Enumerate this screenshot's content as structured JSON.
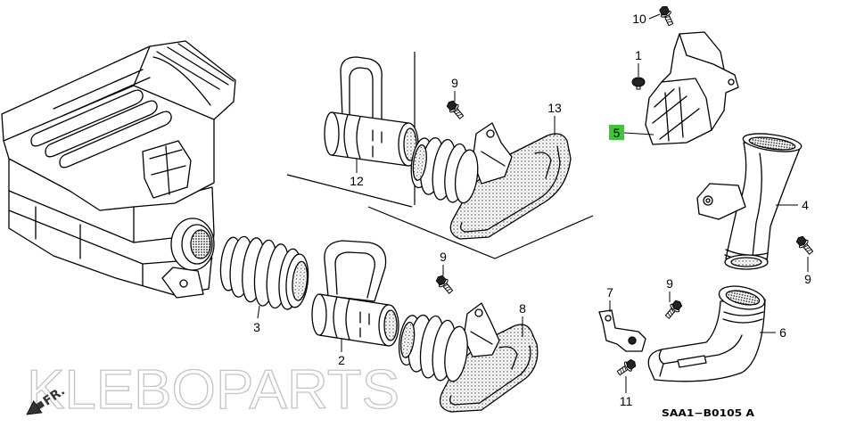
{
  "diagram": {
    "callouts": [
      "10",
      "1",
      "5",
      "9",
      "13",
      "12",
      "4",
      "9",
      "3",
      "2",
      "9",
      "8",
      "7",
      "9",
      "6",
      "11"
    ],
    "code": "SAA1−B0105 A",
    "direction_label": "FR.",
    "watermark": "KLEBOPARTS"
  },
  "colors": {
    "highlight": "#39c83a",
    "watermark": "#c4c4c4"
  }
}
